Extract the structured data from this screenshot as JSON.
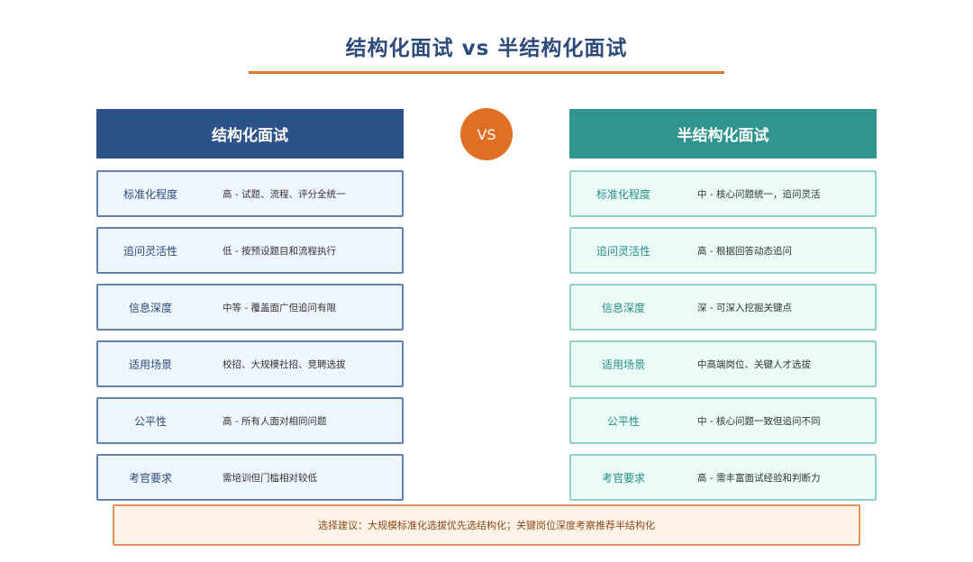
{
  "title": "结构化面试 vs 半结构化面试",
  "vs_label": "VS",
  "colors": {
    "title": "#2c4a7a",
    "accent": "#e0742a",
    "left_header": "#2d5289",
    "right_header": "#31958f"
  },
  "left": {
    "header": "结构化面试",
    "rows": [
      {
        "label": "标准化程度",
        "value": "高 - 试题、流程、评分全统一"
      },
      {
        "label": "追问灵活性",
        "value": "低 - 按预设题目和流程执行"
      },
      {
        "label": "信息深度",
        "value": "中等 - 覆盖面广但追问有限"
      },
      {
        "label": "适用场景",
        "value": "校招、大规模社招、竞聘选拔"
      },
      {
        "label": "公平性",
        "value": "高 - 所有人面对相同问题"
      },
      {
        "label": "考官要求",
        "value": "需培训但门槛相对较低"
      }
    ]
  },
  "right": {
    "header": "半结构化面试",
    "rows": [
      {
        "label": "标准化程度",
        "value": "中 - 核心问题统一，追问灵活"
      },
      {
        "label": "追问灵活性",
        "value": "高 - 根据回答动态追问"
      },
      {
        "label": "信息深度",
        "value": "深 - 可深入挖掘关键点"
      },
      {
        "label": "适用场景",
        "value": "中高端岗位、关键人才选拔"
      },
      {
        "label": "公平性",
        "value": "中 - 核心问题一致但追问不同"
      },
      {
        "label": "考官要求",
        "value": "高 - 需丰富面试经验和判断力"
      }
    ]
  },
  "footer": "选择建议：大规模标准化选拔优先选结构化；关键岗位深度考察推荐半结构化"
}
